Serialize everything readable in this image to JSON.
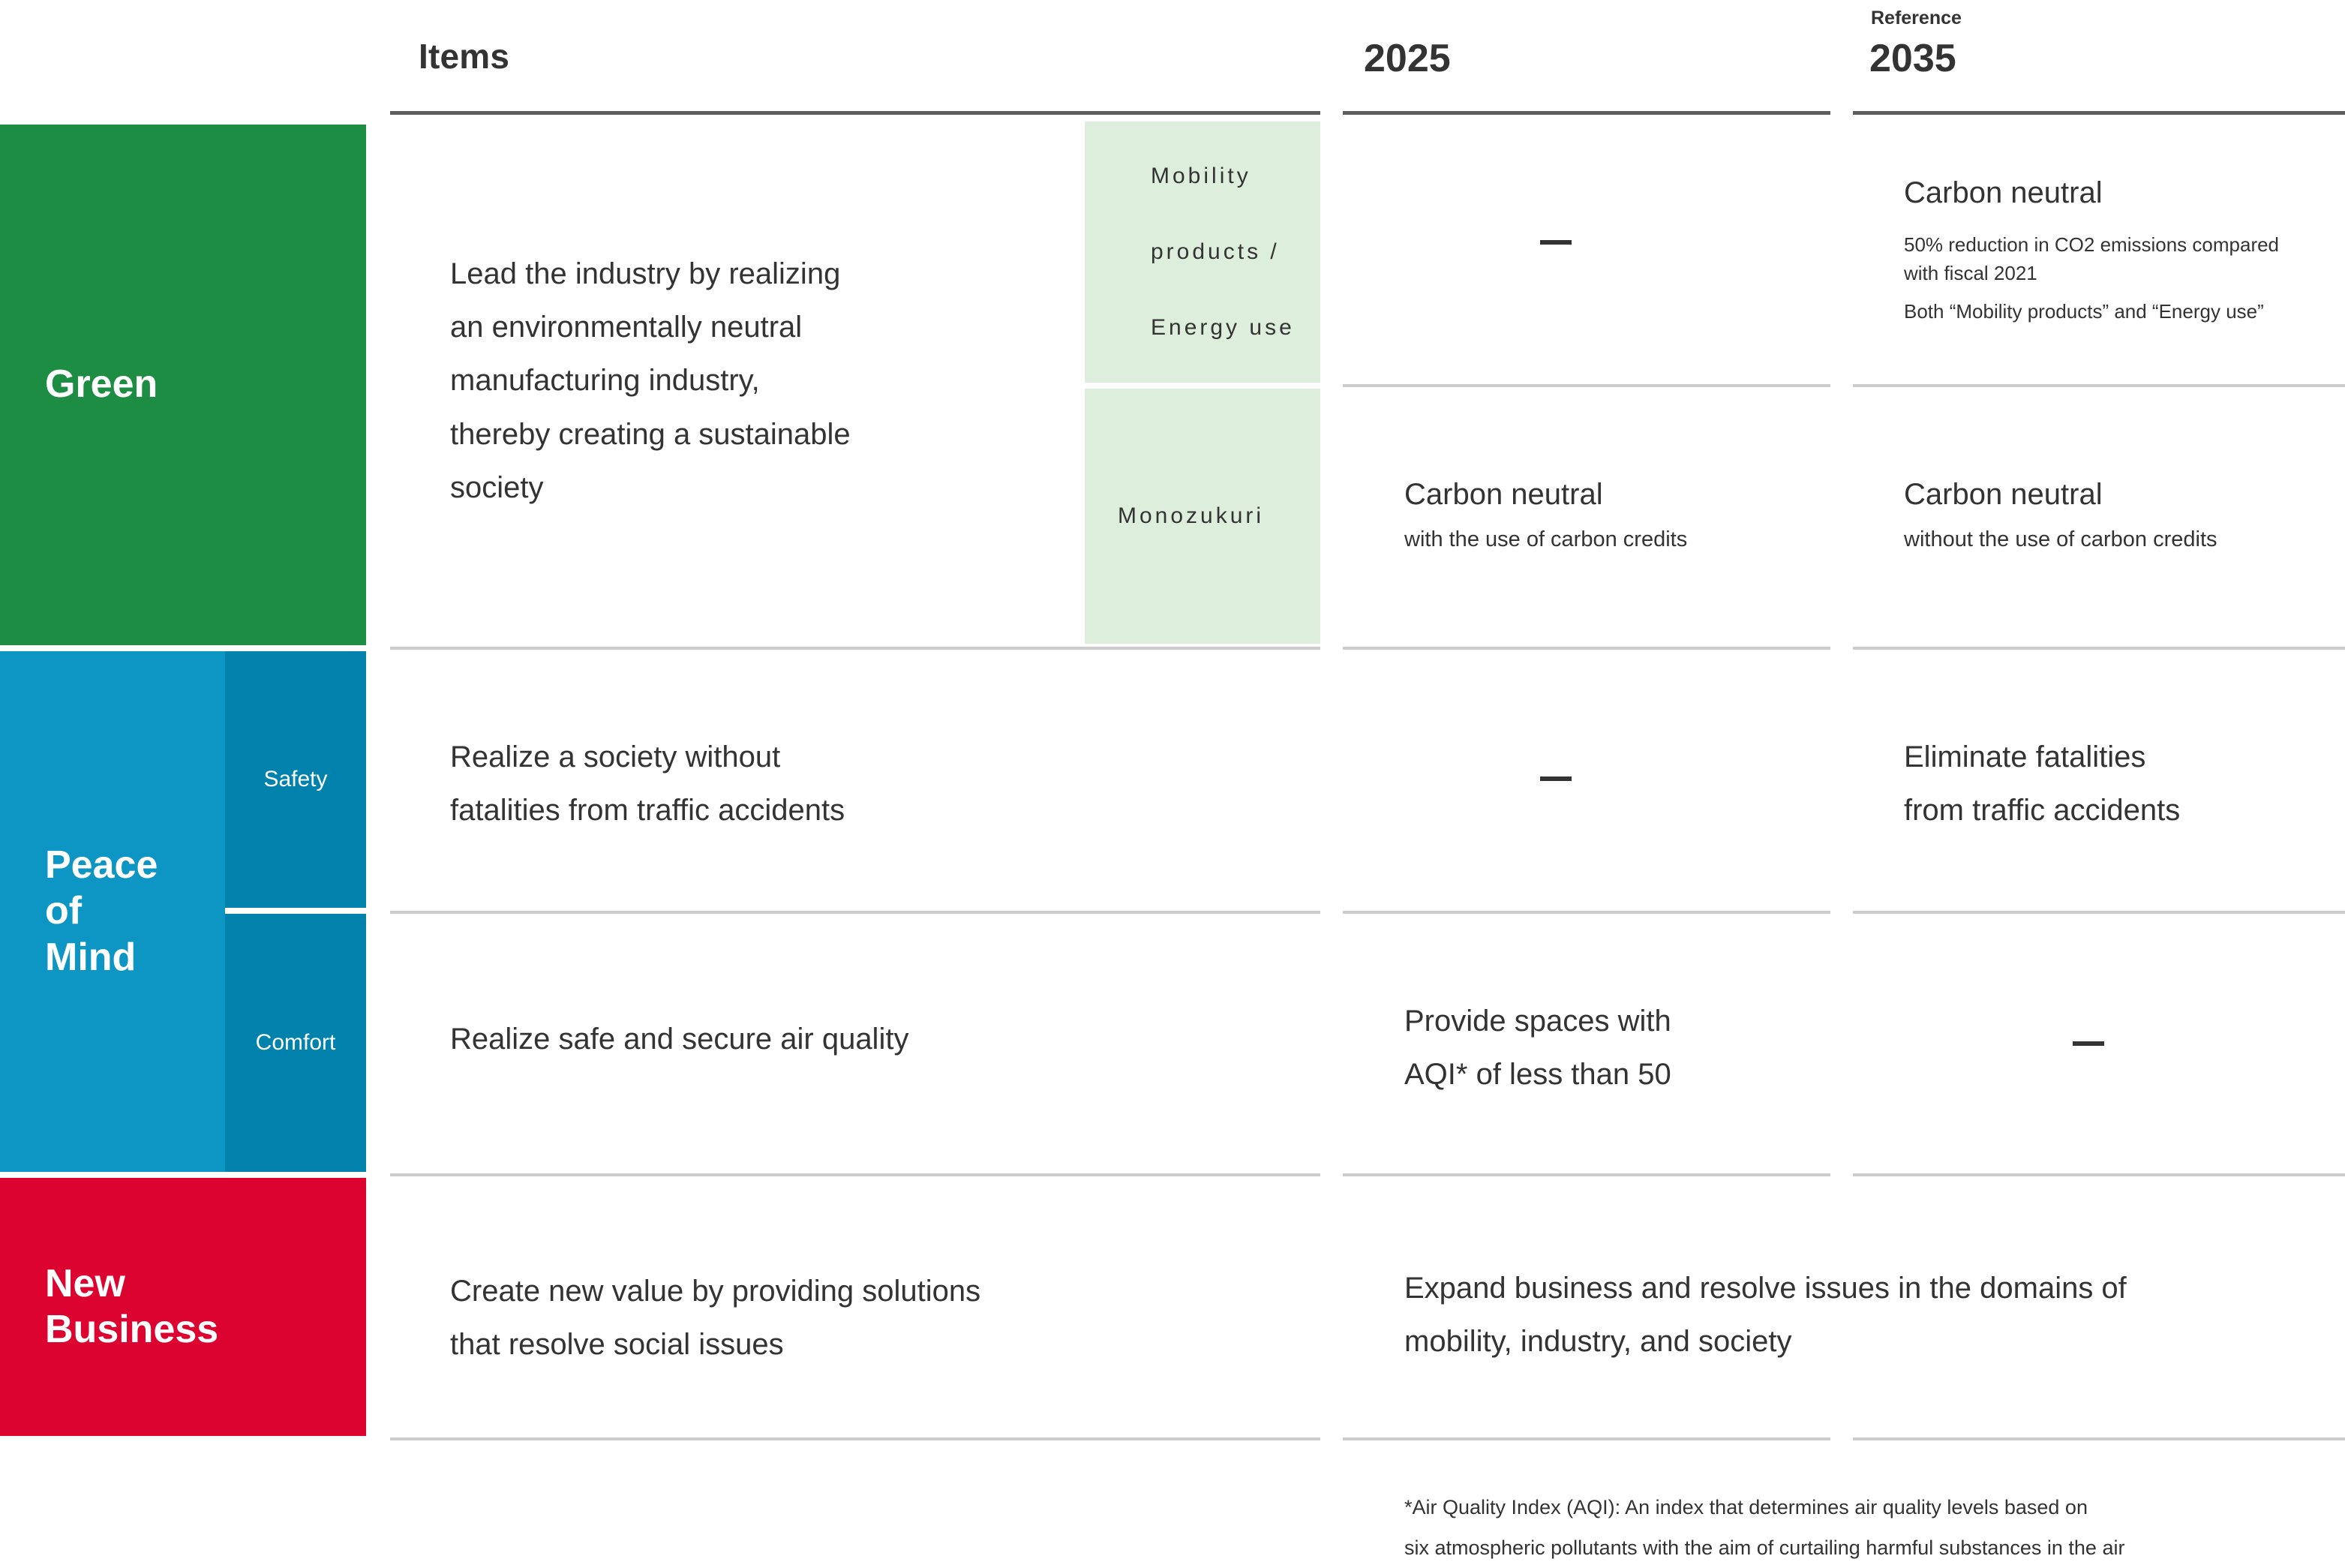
{
  "header": {
    "items_label": "Items",
    "col_2025": "2025",
    "col_2035": "2035",
    "reference_label": "Reference"
  },
  "colors": {
    "green": "#1d8d43",
    "blue": "#0d96c4",
    "blue_dark": "#0082ad",
    "red": "#dd0330",
    "chip_green": "#ddeedc",
    "rule_dark": "#5e5e5e",
    "rule_light": "#cccccc",
    "text": "#333333"
  },
  "categories": {
    "green": "Green",
    "peace_of_mind": "Peace\nof\nMind",
    "peace_of_mind_l1": "Peace",
    "peace_of_mind_l2": "of",
    "peace_of_mind_l3": "Mind",
    "new_business_l1": "New",
    "new_business_l2": "Business",
    "safety": "Safety",
    "comfort": "Comfort"
  },
  "rows": {
    "green": {
      "item_l1": "Lead the industry by realizing",
      "item_l2": "an environmentally neutral",
      "item_l3": "manufacturing industry,",
      "item_l4": "thereby creating a sustainable",
      "item_l5": "society",
      "chip_mobility_l1": "Mobility",
      "chip_mobility_l2": "products /",
      "chip_mobility_l3": "Energy use",
      "chip_monozukuri": "Monozukuri",
      "mobility_2025": "—",
      "mobility_2035_title": "Carbon neutral",
      "mobility_2035_note_l1": "50% reduction in CO2 emissions compared",
      "mobility_2035_note_l2": "with fiscal 2021",
      "mobility_2035_note_l3": "Both “Mobility products” and “Energy use”",
      "monozukuri_2025_title": "Carbon neutral",
      "monozukuri_2025_note": "with the use of carbon credits",
      "monozukuri_2035_title": "Carbon neutral",
      "monozukuri_2035_note": "without the use of carbon credits"
    },
    "safety": {
      "item_l1": "Realize a society without",
      "item_l2": "fatalities from traffic accidents",
      "val_2025": "—",
      "val_2035_l1": "Eliminate fatalities",
      "val_2035_l2": "from traffic accidents"
    },
    "comfort": {
      "item_l1": "Realize safe and secure air quality",
      "val_2025_l1": "Provide spaces with",
      "val_2025_l2": "AQI* of less than 50",
      "val_2035": "—"
    },
    "new_business": {
      "item_l1": "Create new value by providing solutions",
      "item_l2": "that resolve social issues",
      "val_l1": "Expand business and resolve issues in the domains of",
      "val_l2": "mobility, industry, and society"
    }
  },
  "footnote": {
    "line1": "*Air Quality Index (AQI): An index that determines air quality levels based on",
    "line2": "six atmospheric pollutants with the aim of curtailing harmful substances in the air"
  }
}
